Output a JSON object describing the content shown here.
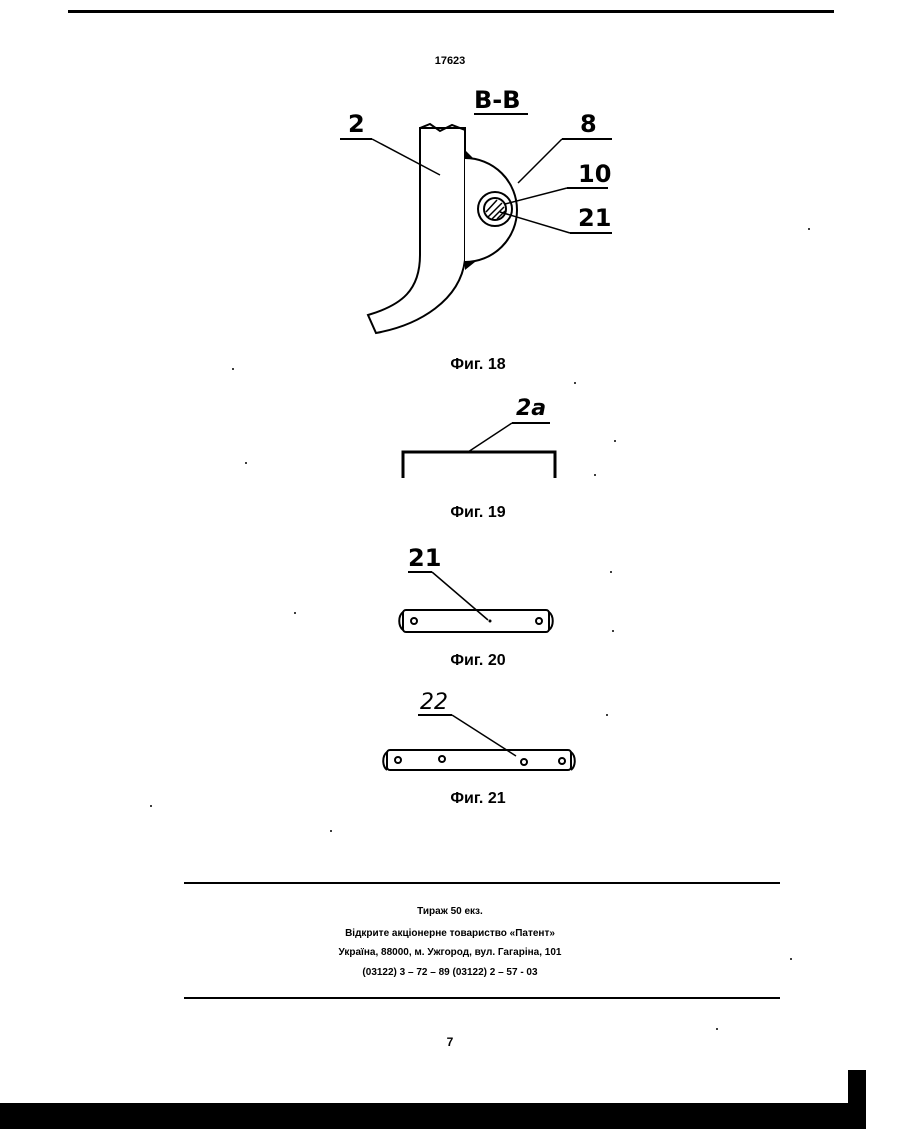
{
  "header": {
    "doc_number": "17623"
  },
  "figures": [
    {
      "caption": "Фиг. 18",
      "section_label": "В-В",
      "labels": [
        "2",
        "8",
        "10",
        "21"
      ]
    },
    {
      "caption": "Фиг. 19",
      "labels": [
        "2a"
      ]
    },
    {
      "caption": "Фиг. 20",
      "labels": [
        "21"
      ]
    },
    {
      "caption": "Фиг. 21",
      "labels": [
        "22"
      ]
    }
  ],
  "footer": {
    "lines": [
      "Тираж 50 екз.",
      "Відкрите акціонерне товариство «Патент»",
      "Україна, 88000, м. Ужгород, вул. Гагаріна, 101",
      "(03122) 3 – 72 – 89  (03122) 2 – 57 - 03"
    ]
  },
  "page_number": "7"
}
